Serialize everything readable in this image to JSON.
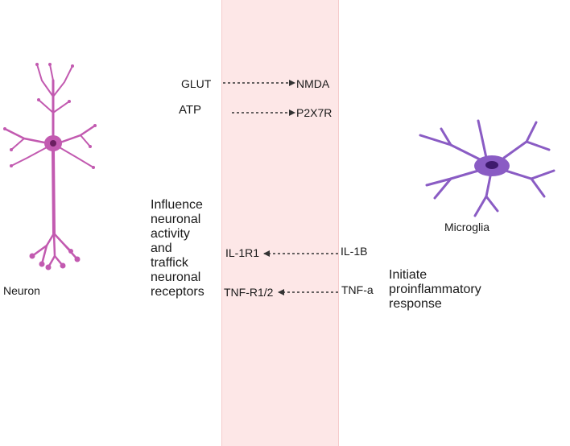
{
  "colors": {
    "band": "#fde7e7",
    "neuron": "#c25ab0",
    "microglia": "#8a5cc4",
    "arrow": "#333333"
  },
  "neuron": {
    "icon": "neuron-icon",
    "label": "Neuron"
  },
  "microglia": {
    "icon": "microglia-icon",
    "label": "Microglia"
  },
  "signals": {
    "glut": "GLUT",
    "nmda": "NMDA",
    "atp": "ATP",
    "p2x7r": "P2X7R",
    "il1r1": "IL-1R1",
    "il1b": "IL-1B",
    "tnfr": "TNF-R1/2",
    "tnfa": "TNF-a"
  },
  "notes": {
    "neuronal_effect": "Influence\nneuronal\nactivity\nand\ntraffick\nneuronal\nreceptors",
    "microglia_effect": "Initiate\nproinflammatory\nresponse"
  }
}
